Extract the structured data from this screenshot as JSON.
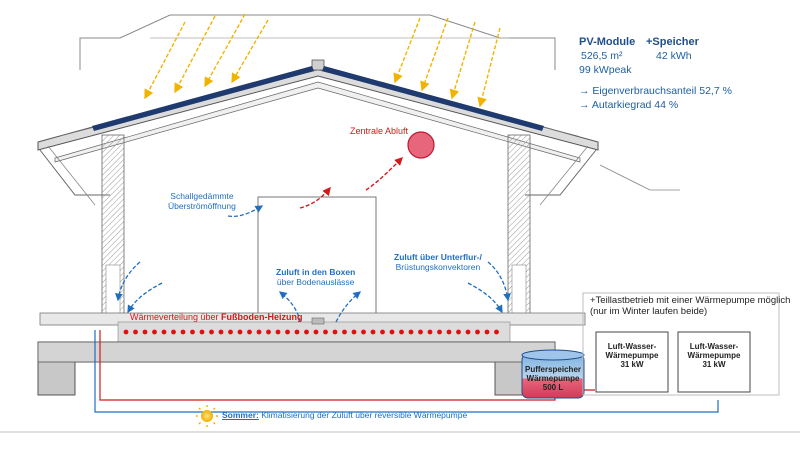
{
  "pv": {
    "modules_label": "PV-Module",
    "storage_label": "+Speicher",
    "area": "526,5 m²",
    "storage_capacity": "42 kWh",
    "peak_power": "99 kWpeak",
    "self_consumption": "→ Eigenverbrauchsanteil 52,7 %",
    "autarky": "→ Autarkiegrad 44 %"
  },
  "labels": {
    "central_exhaust": "Zentrale Abluft",
    "transfer_opening_1": "Schallgedämmte",
    "transfer_opening_2": "Überströmöffnung",
    "supply_boxes_1": "Zuluft in den Boxen",
    "supply_boxes_2": "über Bodenauslässe",
    "supply_convector_1": "Zuluft über Unterflur-/",
    "supply_convector_2": "Brüstungskonvektoren",
    "floor_heating_prefix": "Wärmeverteilung über ",
    "floor_heating_bold": "Fußboden-Heizung",
    "heatpump_note_1": "+Teillastbetrieb mit einer Wärmepumpe möglich",
    "heatpump_note_2": "(nur im Winter laufen beide)",
    "summer_bold": "Sommer:",
    "summer_text": " Klimatisierung der Zuluft über reversible Wärmepumpe"
  },
  "components": {
    "buffer_1": "Pufferspeicher",
    "buffer_2": "Wärmepumpe",
    "buffer_3": "500 L",
    "heatpump_a_1": "Luft-Wasser-",
    "heatpump_a_2": "Wärmepumpe",
    "heatpump_a_3": "31 kW",
    "heatpump_b_1": "Luft-Wasser-",
    "heatpump_b_2": "Wärmepumpe",
    "heatpump_b_3": "31 kW"
  },
  "colors": {
    "sun_arrow": "#f0b400",
    "supply_air": "#1f6fc0",
    "exhaust_air": "#d11a1a",
    "heating_dot": "#e01010",
    "buffer_fill": "#e0506a",
    "pv_panel": "#1e3a6e"
  }
}
